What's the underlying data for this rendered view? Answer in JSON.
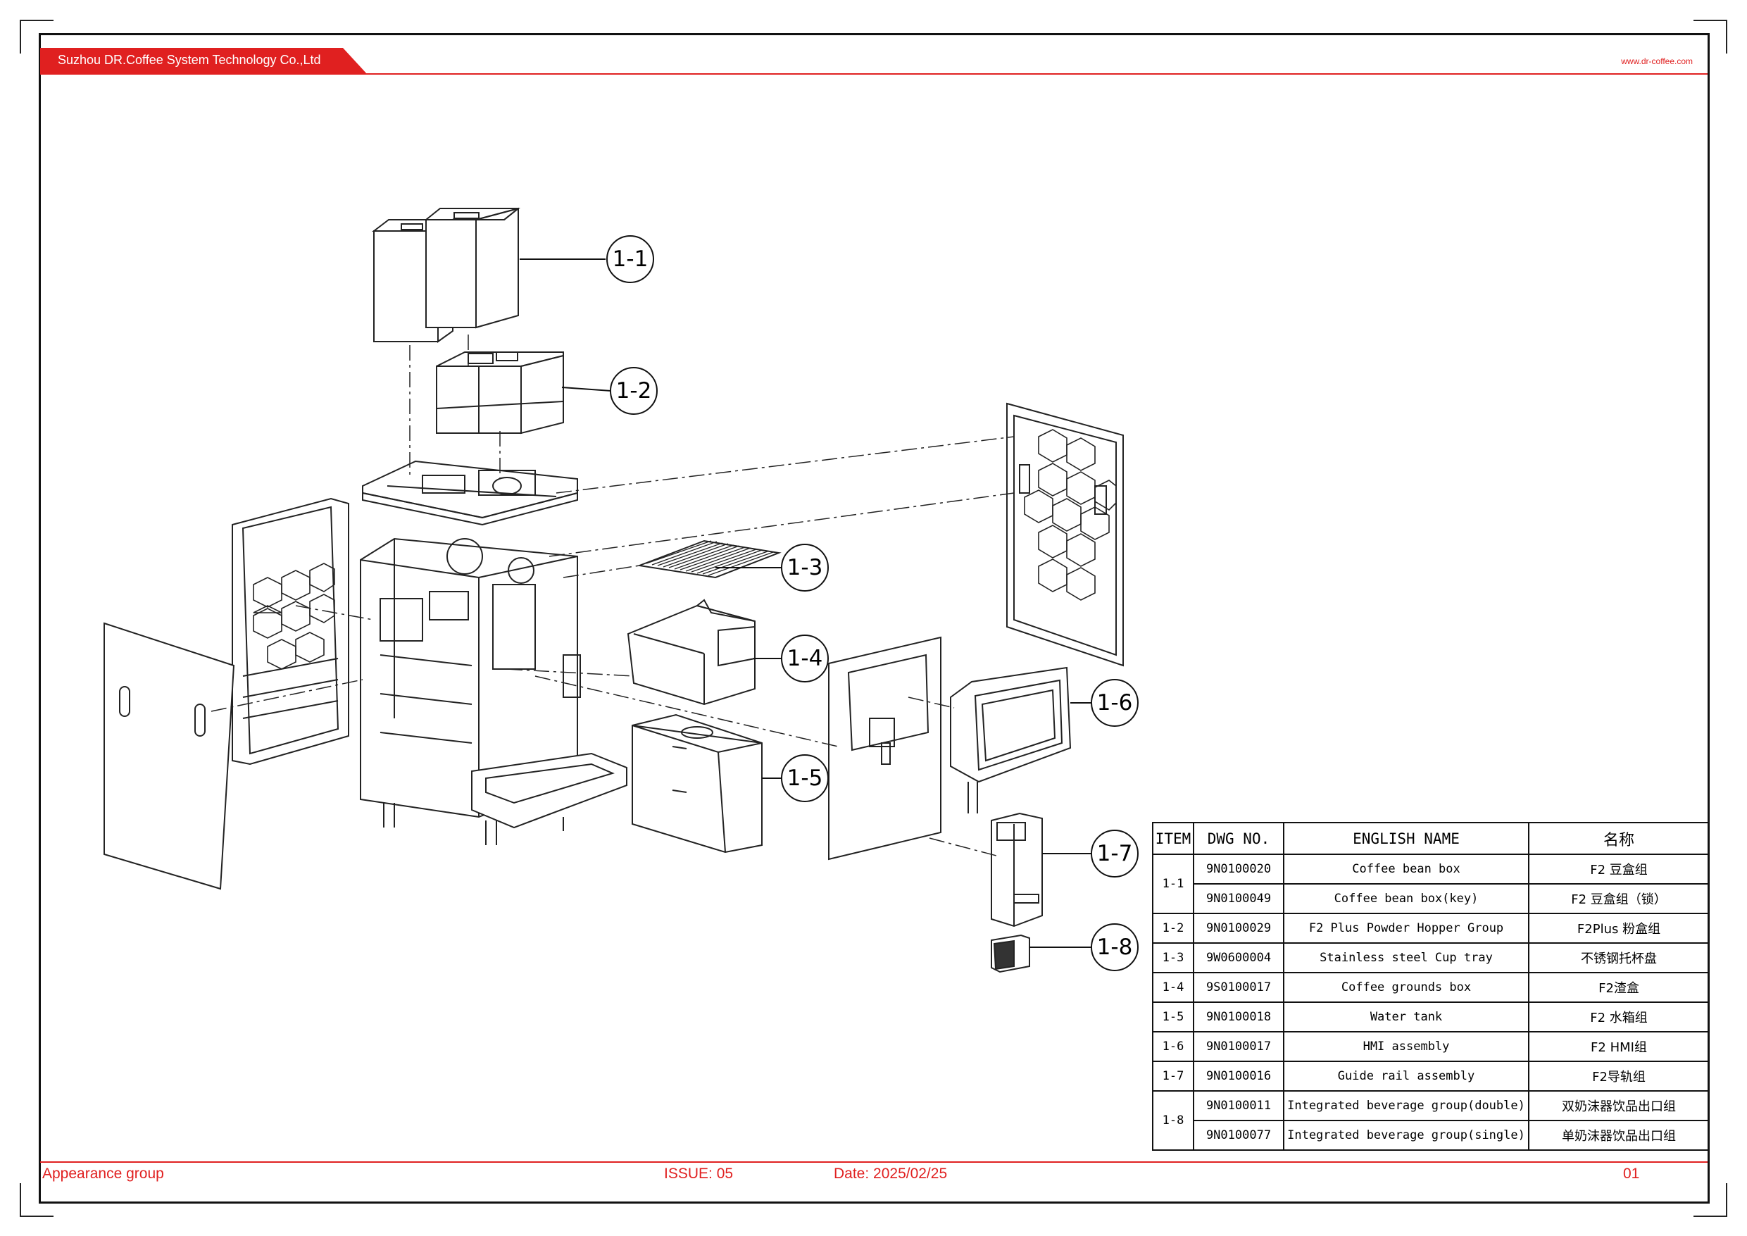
{
  "header": {
    "company": "Suzhou DR.Coffee System Technology Co.,Ltd",
    "website": "www.dr-coffee.com"
  },
  "callouts": [
    "1-1",
    "1-2",
    "1-3",
    "1-4",
    "1-5",
    "1-6",
    "1-7",
    "1-8"
  ],
  "table": {
    "headers": {
      "item": "ITEM",
      "dwg": "DWG NO.",
      "english": "ENGLISH NAME",
      "chinese": "名称"
    },
    "rows": [
      {
        "item": "1-1",
        "dwg": "9N0100020",
        "english": "Coffee bean box",
        "chinese": "F2 豆盒组"
      },
      {
        "item": "",
        "dwg": "9N0100049",
        "english": "Coffee bean box(key)",
        "chinese": "F2 豆盒组（锁）"
      },
      {
        "item": "1-2",
        "dwg": "9N0100029",
        "english": "F2 Plus Powder Hopper Group",
        "chinese": "F2Plus 粉盒组"
      },
      {
        "item": "1-3",
        "dwg": "9W0600004",
        "english": "Stainless steel Cup tray",
        "chinese": "不锈钢托杯盘"
      },
      {
        "item": "1-4",
        "dwg": "9S0100017",
        "english": "Coffee grounds box",
        "chinese": "F2渣盒"
      },
      {
        "item": "1-5",
        "dwg": "9N0100018",
        "english": "Water tank",
        "chinese": "F2 水箱组"
      },
      {
        "item": "1-6",
        "dwg": "9N0100017",
        "english": "HMI assembly",
        "chinese": "F2 HMI组"
      },
      {
        "item": "1-7",
        "dwg": "9N0100016",
        "english": "Guide rail assembly",
        "chinese": "F2导轨组"
      },
      {
        "item": "1-8",
        "dwg": "9N0100011",
        "english": "Integrated beverage group(double)",
        "chinese": "双奶沫器饮品出口组"
      },
      {
        "item": "",
        "dwg": "9N0100077",
        "english": "Integrated beverage group(single)",
        "chinese": "单奶沫器饮品出口组"
      }
    ]
  },
  "footer": {
    "title": "Appearance group",
    "issue": "ISSUE:  05",
    "date": "Date:  2025/02/25",
    "page": "01"
  },
  "colors": {
    "accent": "#e02020",
    "line": "#111111"
  }
}
